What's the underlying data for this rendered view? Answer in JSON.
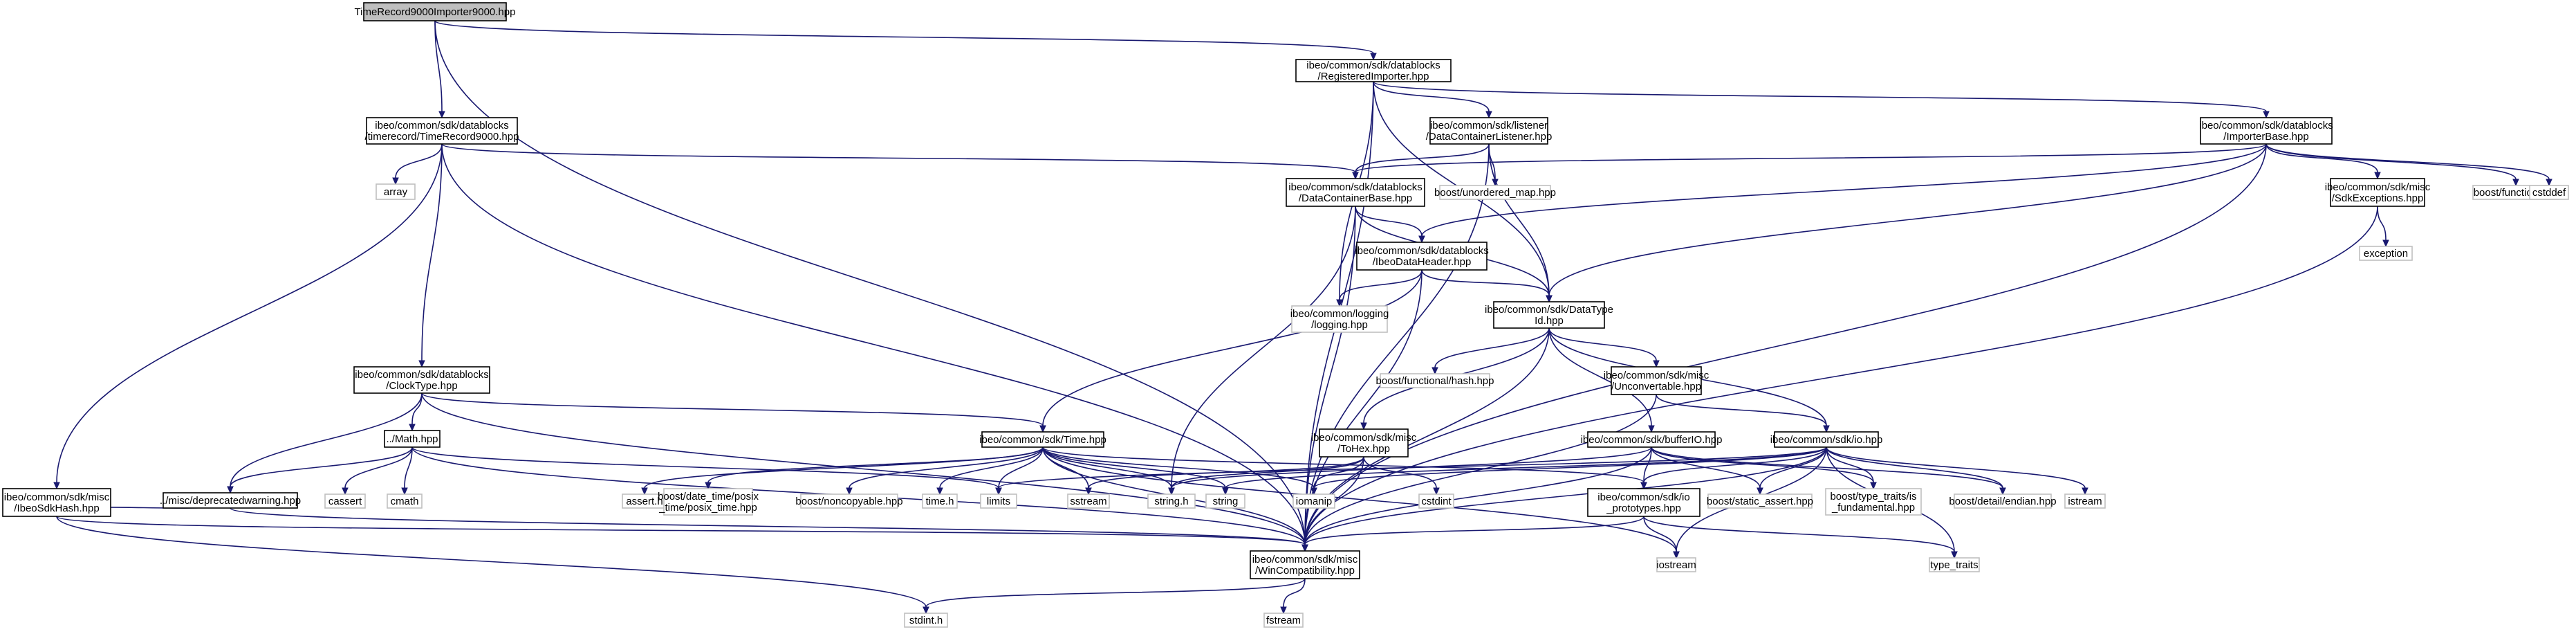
{
  "diagram": {
    "type": "include-dependency-graph",
    "colors": {
      "edge": "#191970",
      "node_border": "#000000",
      "external_node_border": "#c0c0c0",
      "focus_node_fill": "#bfbfbf",
      "background": "#ffffff"
    },
    "nodes": [
      {
        "id": "root",
        "lines": [
          "TimeRecord9000Importer9000.hpp"
        ],
        "kind": "focus"
      },
      {
        "id": "regimp",
        "lines": [
          "ibeo/common/sdk/datablocks",
          "/RegisteredImporter.hpp"
        ],
        "kind": "doc"
      },
      {
        "id": "tr9000",
        "lines": [
          "ibeo/common/sdk/datablocks",
          "/timerecord/TimeRecord9000.hpp"
        ],
        "kind": "doc"
      },
      {
        "id": "dclistener",
        "lines": [
          "ibeo/common/sdk/listener",
          "/DataContainerListener.hpp"
        ],
        "kind": "doc"
      },
      {
        "id": "impbase",
        "lines": [
          "ibeo/common/sdk/datablocks",
          "/ImporterBase.hpp"
        ],
        "kind": "doc"
      },
      {
        "id": "array",
        "lines": [
          "array"
        ],
        "kind": "ext"
      },
      {
        "id": "dcbase",
        "lines": [
          "ibeo/common/sdk/datablocks",
          "/DataContainerBase.hpp"
        ],
        "kind": "doc"
      },
      {
        "id": "unordmap",
        "lines": [
          "boost/unordered_map.hpp"
        ],
        "kind": "ext"
      },
      {
        "id": "sdkexc",
        "lines": [
          "ibeo/common/sdk/misc",
          "/SdkExceptions.hpp"
        ],
        "kind": "doc"
      },
      {
        "id": "boostfunc",
        "lines": [
          "boost/function.hpp"
        ],
        "kind": "ext"
      },
      {
        "id": "cstddef",
        "lines": [
          "cstddef"
        ],
        "kind": "ext"
      },
      {
        "id": "ibeodh",
        "lines": [
          "ibeo/common/sdk/datablocks",
          "/IbeoDataHeader.hpp"
        ],
        "kind": "doc"
      },
      {
        "id": "exception",
        "lines": [
          "exception"
        ],
        "kind": "ext"
      },
      {
        "id": "logging",
        "lines": [
          "ibeo/common/logging",
          "/logging.hpp"
        ],
        "kind": "ext"
      },
      {
        "id": "datatypeid",
        "lines": [
          "ibeo/common/sdk/DataType",
          "Id.hpp"
        ],
        "kind": "doc"
      },
      {
        "id": "clocktype",
        "lines": [
          "ibeo/common/sdk/datablocks",
          "/ClockType.hpp"
        ],
        "kind": "doc"
      },
      {
        "id": "funchash",
        "lines": [
          "boost/functional/hash.hpp"
        ],
        "kind": "ext"
      },
      {
        "id": "unconv",
        "lines": [
          "ibeo/common/sdk/misc",
          "/Unconvertable.hpp"
        ],
        "kind": "doc"
      },
      {
        "id": "math",
        "lines": [
          "../Math.hpp"
        ],
        "kind": "doc"
      },
      {
        "id": "time",
        "lines": [
          "ibeo/common/sdk/Time.hpp"
        ],
        "kind": "doc"
      },
      {
        "id": "tohex",
        "lines": [
          "ibeo/common/sdk/misc",
          "/ToHex.hpp"
        ],
        "kind": "doc"
      },
      {
        "id": "bufferio",
        "lines": [
          "ibeo/common/sdk/bufferIO.hpp"
        ],
        "kind": "doc"
      },
      {
        "id": "io",
        "lines": [
          "ibeo/common/sdk/io.hpp"
        ],
        "kind": "doc"
      },
      {
        "id": "sdkhash",
        "lines": [
          "ibeo/common/sdk/misc",
          "/IbeoSdkHash.hpp"
        ],
        "kind": "doc"
      },
      {
        "id": "deprec",
        "lines": [
          "../misc/deprecatedwarning.hpp"
        ],
        "kind": "doc"
      },
      {
        "id": "cassert",
        "lines": [
          "cassert"
        ],
        "kind": "ext"
      },
      {
        "id": "cmath",
        "lines": [
          "cmath"
        ],
        "kind": "ext"
      },
      {
        "id": "asserth",
        "lines": [
          "assert.h"
        ],
        "kind": "ext"
      },
      {
        "id": "posixtime",
        "lines": [
          "boost/date_time/posix",
          "_time/posix_time.hpp"
        ],
        "kind": "ext"
      },
      {
        "id": "noncopy",
        "lines": [
          "boost/noncopyable.hpp"
        ],
        "kind": "ext"
      },
      {
        "id": "timeh",
        "lines": [
          "time.h"
        ],
        "kind": "ext"
      },
      {
        "id": "limits",
        "lines": [
          "limits"
        ],
        "kind": "ext"
      },
      {
        "id": "sstream",
        "lines": [
          "sstream"
        ],
        "kind": "ext"
      },
      {
        "id": "stringh",
        "lines": [
          "string.h"
        ],
        "kind": "ext"
      },
      {
        "id": "string",
        "lines": [
          "string"
        ],
        "kind": "ext"
      },
      {
        "id": "iomanip",
        "lines": [
          "iomanip"
        ],
        "kind": "ext"
      },
      {
        "id": "cstdint",
        "lines": [
          "cstdint"
        ],
        "kind": "ext"
      },
      {
        "id": "ioproto",
        "lines": [
          "ibeo/common/sdk/io",
          "_prototypes.hpp"
        ],
        "kind": "doc"
      },
      {
        "id": "staticassert",
        "lines": [
          "boost/static_assert.hpp"
        ],
        "kind": "ext"
      },
      {
        "id": "typetraitsfund",
        "lines": [
          "boost/type_traits/is",
          "_fundamental.hpp"
        ],
        "kind": "ext"
      },
      {
        "id": "endian",
        "lines": [
          "boost/detail/endian.hpp"
        ],
        "kind": "ext"
      },
      {
        "id": "istream",
        "lines": [
          "istream"
        ],
        "kind": "ext"
      },
      {
        "id": "wincompat",
        "lines": [
          "ibeo/common/sdk/misc",
          "/WinCompatibility.hpp"
        ],
        "kind": "doc"
      },
      {
        "id": "ostream",
        "lines": [
          "iostream"
        ],
        "kind": "ext"
      },
      {
        "id": "typetraits",
        "lines": [
          "type_traits"
        ],
        "kind": "ext"
      },
      {
        "id": "stdinth",
        "lines": [
          "stdint.h"
        ],
        "kind": "ext"
      },
      {
        "id": "fstream",
        "lines": [
          "fstream"
        ],
        "kind": "ext"
      }
    ],
    "edges": [
      [
        "root",
        "regimp"
      ],
      [
        "root",
        "tr9000"
      ],
      [
        "root",
        "wincompat"
      ],
      [
        "regimp",
        "dclistener"
      ],
      [
        "regimp",
        "impbase"
      ],
      [
        "regimp",
        "datatypeid"
      ],
      [
        "regimp",
        "logging"
      ],
      [
        "regimp",
        "wincompat"
      ],
      [
        "tr9000",
        "array"
      ],
      [
        "tr9000",
        "dcbase"
      ],
      [
        "tr9000",
        "clocktype"
      ],
      [
        "tr9000",
        "sdkhash"
      ],
      [
        "tr9000",
        "wincompat"
      ],
      [
        "dclistener",
        "dcbase"
      ],
      [
        "dclistener",
        "unordmap"
      ],
      [
        "dclistener",
        "datatypeid"
      ],
      [
        "dclistener",
        "wincompat"
      ],
      [
        "impbase",
        "dcbase"
      ],
      [
        "impbase",
        "ibeodh"
      ],
      [
        "impbase",
        "datatypeid"
      ],
      [
        "impbase",
        "sdkexc"
      ],
      [
        "impbase",
        "boostfunc"
      ],
      [
        "impbase",
        "cstddef"
      ],
      [
        "impbase",
        "wincompat"
      ],
      [
        "dcbase",
        "ibeodh"
      ],
      [
        "dcbase",
        "datatypeid"
      ],
      [
        "dcbase",
        "stringh"
      ],
      [
        "dcbase",
        "wincompat"
      ],
      [
        "sdkexc",
        "exception"
      ],
      [
        "sdkexc",
        "wincompat"
      ],
      [
        "ibeodh",
        "logging"
      ],
      [
        "ibeodh",
        "datatypeid"
      ],
      [
        "ibeodh",
        "time"
      ],
      [
        "ibeodh",
        "wincompat"
      ],
      [
        "datatypeid",
        "funchash"
      ],
      [
        "datatypeid",
        "unconv"
      ],
      [
        "datatypeid",
        "tohex"
      ],
      [
        "datatypeid",
        "bufferio"
      ],
      [
        "datatypeid",
        "io"
      ],
      [
        "datatypeid",
        "wincompat"
      ],
      [
        "clocktype",
        "math"
      ],
      [
        "clocktype",
        "time"
      ],
      [
        "clocktype",
        "deprec"
      ],
      [
        "clocktype",
        "wincompat"
      ],
      [
        "unconv",
        "io"
      ],
      [
        "unconv",
        "wincompat"
      ],
      [
        "math",
        "deprec"
      ],
      [
        "math",
        "cassert"
      ],
      [
        "math",
        "cmath"
      ],
      [
        "math",
        "limits"
      ],
      [
        "math",
        "wincompat"
      ],
      [
        "time",
        "asserth"
      ],
      [
        "time",
        "posixtime"
      ],
      [
        "time",
        "noncopy"
      ],
      [
        "time",
        "timeh"
      ],
      [
        "time",
        "limits"
      ],
      [
        "time",
        "sstream"
      ],
      [
        "time",
        "stringh"
      ],
      [
        "time",
        "string"
      ],
      [
        "time",
        "iomanip"
      ],
      [
        "time",
        "ioproto"
      ],
      [
        "time",
        "ostream"
      ],
      [
        "time",
        "wincompat"
      ],
      [
        "tohex",
        "sstream"
      ],
      [
        "tohex",
        "stringh"
      ],
      [
        "tohex",
        "iomanip"
      ],
      [
        "tohex",
        "cstdint"
      ],
      [
        "tohex",
        "wincompat"
      ],
      [
        "bufferio",
        "ioproto"
      ],
      [
        "bufferio",
        "staticassert"
      ],
      [
        "bufferio",
        "typetraitsfund"
      ],
      [
        "bufferio",
        "endian"
      ],
      [
        "bufferio",
        "stringh"
      ],
      [
        "bufferio",
        "wincompat"
      ],
      [
        "io",
        "ioproto"
      ],
      [
        "io",
        "staticassert"
      ],
      [
        "io",
        "typetraitsfund"
      ],
      [
        "io",
        "endian"
      ],
      [
        "io",
        "istream"
      ],
      [
        "io",
        "ostream"
      ],
      [
        "io",
        "typetraits"
      ],
      [
        "io",
        "limits"
      ],
      [
        "io",
        "string"
      ],
      [
        "io",
        "iomanip"
      ],
      [
        "io",
        "wincompat"
      ],
      [
        "sdkhash",
        "deprec"
      ],
      [
        "sdkhash",
        "stdinth"
      ],
      [
        "sdkhash",
        "wincompat"
      ],
      [
        "deprec",
        "wincompat"
      ],
      [
        "ioproto",
        "ostream"
      ],
      [
        "ioproto",
        "typetraits"
      ],
      [
        "ioproto",
        "wincompat"
      ],
      [
        "wincompat",
        "stdinth"
      ],
      [
        "wincompat",
        "fstream"
      ]
    ]
  }
}
